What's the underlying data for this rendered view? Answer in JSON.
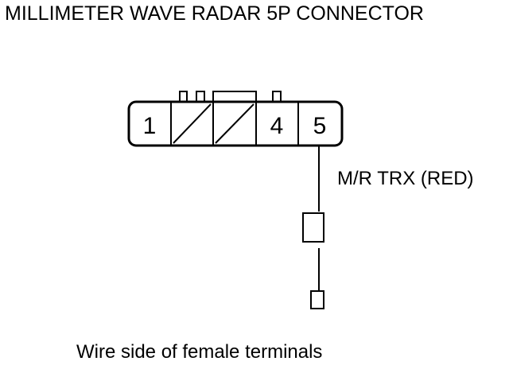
{
  "title": "MILLIMETER WAVE RADAR 5P CONNECTOR",
  "caption": "Wire side of female terminals",
  "wire": {
    "label": "M/R TRX (RED)",
    "pin": "5"
  },
  "connector": {
    "pins": [
      {
        "label": "1",
        "state": "terminal"
      },
      {
        "label": "",
        "state": "empty"
      },
      {
        "label": "",
        "state": "empty"
      },
      {
        "label": "4",
        "state": "terminal"
      },
      {
        "label": "5",
        "state": "terminal"
      }
    ]
  },
  "colors": {
    "line": "#000000",
    "background": "#ffffff"
  }
}
